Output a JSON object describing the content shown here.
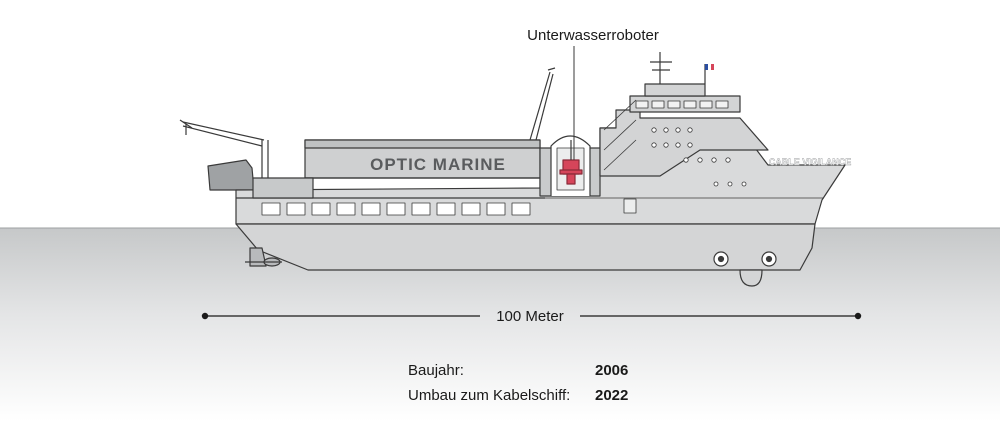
{
  "ship": {
    "hull_text": "OPTIC MARINE",
    "bow_name": "CABLE VIGILANCE",
    "flag": "france-flag-icon"
  },
  "callout": {
    "label": "Unterwasserroboter"
  },
  "scale": {
    "label": "100 Meter"
  },
  "facts": [
    {
      "label": "Baujahr:",
      "value": "2006"
    },
    {
      "label": "Umbau zum Kabelschiff:",
      "value": "2022"
    }
  ],
  "colors": {
    "hull": "#d9dadb",
    "hull_dark": "#b8babc",
    "outline": "#3a3a3a",
    "robot": "#d6455a",
    "water_top": "#c9cbcc",
    "water_bottom": "#ffffff"
  }
}
